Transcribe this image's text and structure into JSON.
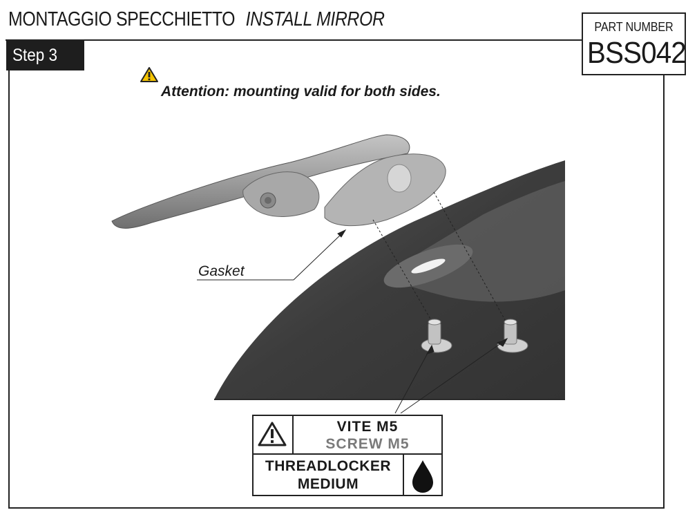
{
  "header": {
    "title_it": "MONTAGGIO SPECCHIETTO",
    "title_en": "INSTALL MIRROR",
    "part_number_label": "PART NUMBER",
    "part_number": "BSS042"
  },
  "step": {
    "label": "Step 3"
  },
  "notice": {
    "text": "Attention: mounting valid for both sides.",
    "icon": "warning-triangle-icon"
  },
  "callouts": {
    "gasket": "Gasket"
  },
  "screw_box": {
    "name_it": "VITE M5",
    "name_en": "SCREW M5",
    "threadlocker_line1": "THREADLOCKER",
    "threadlocker_line2": "MEDIUM",
    "icons": [
      "warning-triangle-icon",
      "drop-icon"
    ]
  },
  "colors": {
    "accent_warning": "#f5c400",
    "ink": "#1e1e1e",
    "panel_dark": "#3e3e3e",
    "part_gray": "#9a9a9a"
  }
}
